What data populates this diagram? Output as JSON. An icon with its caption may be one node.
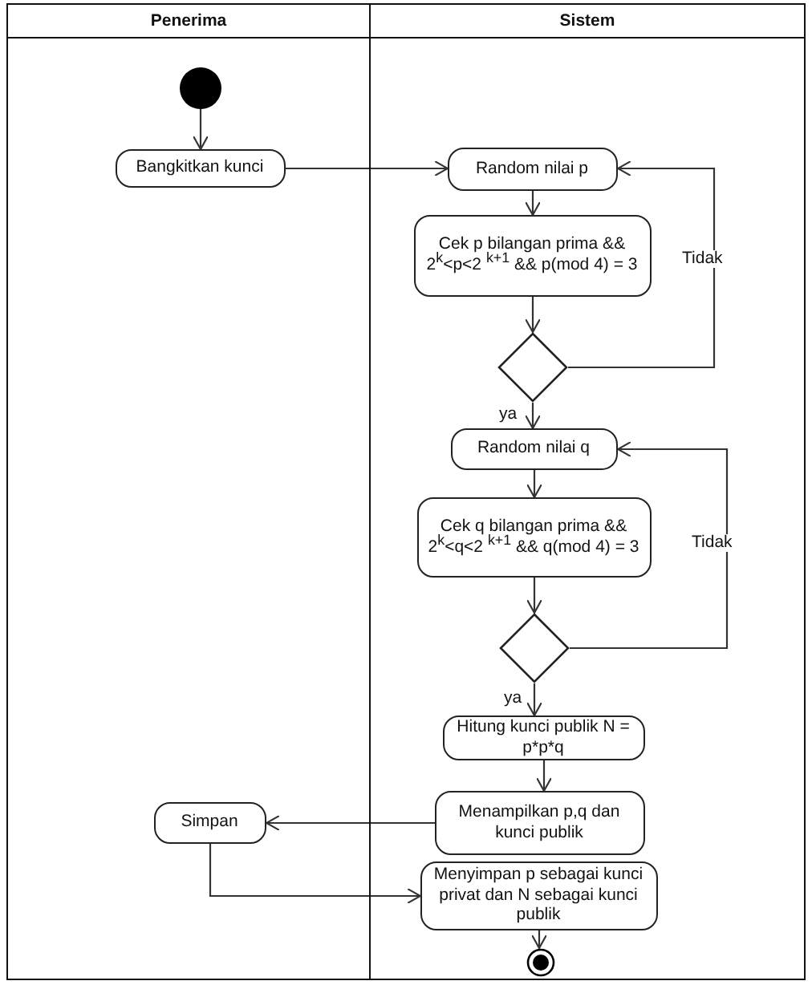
{
  "diagram": {
    "nodes": [
      {
        "text": [
          "Penerima"
        ]
      },
      {
        "text": [
          "Sistem"
        ]
      },
      {
        "text": [],
        "shape": "circle",
        "in": 0
      },
      {
        "text": [
          "Bangkitkan kunci"
        ],
        "in": 0
      },
      {
        "text": [
          "Random nilai p"
        ],
        "in": 1
      },
      {
        "text": [
          "Cek p bilangan prima && 2$^{k}$<p<2 $^{k+1}$ && p(mod 4) = 3"
        ],
        "in": 1
      },
      {
        "text": [],
        "shape": "diamond",
        "in": 1
      },
      {
        "text": [
          "Random nilai q"
        ],
        "in": 1
      },
      {
        "text": [
          "Cek q  bilangan prima && 2$^{k}$<q<2 $^{k+1}$ && q(mod 4) = 3"
        ],
        "in": 1
      },
      {
        "text": [],
        "shape": "diamond",
        "in": 1
      },
      {
        "text": [
          "Hitung kunci publik N = p*p*q"
        ],
        "in": 1
      },
      {
        "text": [
          "Menampilkan p,q dan kunci publik"
        ],
        "in": 1
      },
      {
        "text": [
          "Simpan"
        ],
        "in": 0
      },
      {
        "text": [
          "Menyimpan p sebagai kunci privat dan N sebagai kunci publik"
        ],
        "in": 1
      },
      {
        "text": [],
        "shape": "circle",
        "in": 1
      }
    ],
    "edges": [
      {
        "from": 2,
        "to": 3,
        "arrow": "to"
      },
      {
        "from": 3,
        "to": 4,
        "arrow": "to"
      },
      {
        "from": 4,
        "to": 5,
        "arrow": "to"
      },
      {
        "from": 5,
        "to": 6,
        "arrow": "to"
      },
      {
        "from": 6,
        "to": 4,
        "arrow": "to",
        "label": "Tidak"
      },
      {
        "from": 6,
        "to": 7,
        "arrow": "to",
        "label": "ya"
      },
      {
        "from": 7,
        "to": 8,
        "arrow": "to"
      },
      {
        "from": 8,
        "to": 9,
        "arrow": "to"
      },
      {
        "from": 9,
        "to": 7,
        "arrow": "to",
        "label": "Tidak"
      },
      {
        "from": 9,
        "to": 10,
        "arrow": "to",
        "label": "ya"
      },
      {
        "from": 10,
        "to": 11,
        "arrow": "to"
      },
      {
        "from": 11,
        "to": 12,
        "arrow": "to"
      },
      {
        "from": 12,
        "to": 13,
        "arrow": "to"
      },
      {
        "from": 13,
        "to": 14,
        "arrow": "to"
      }
    ]
  }
}
